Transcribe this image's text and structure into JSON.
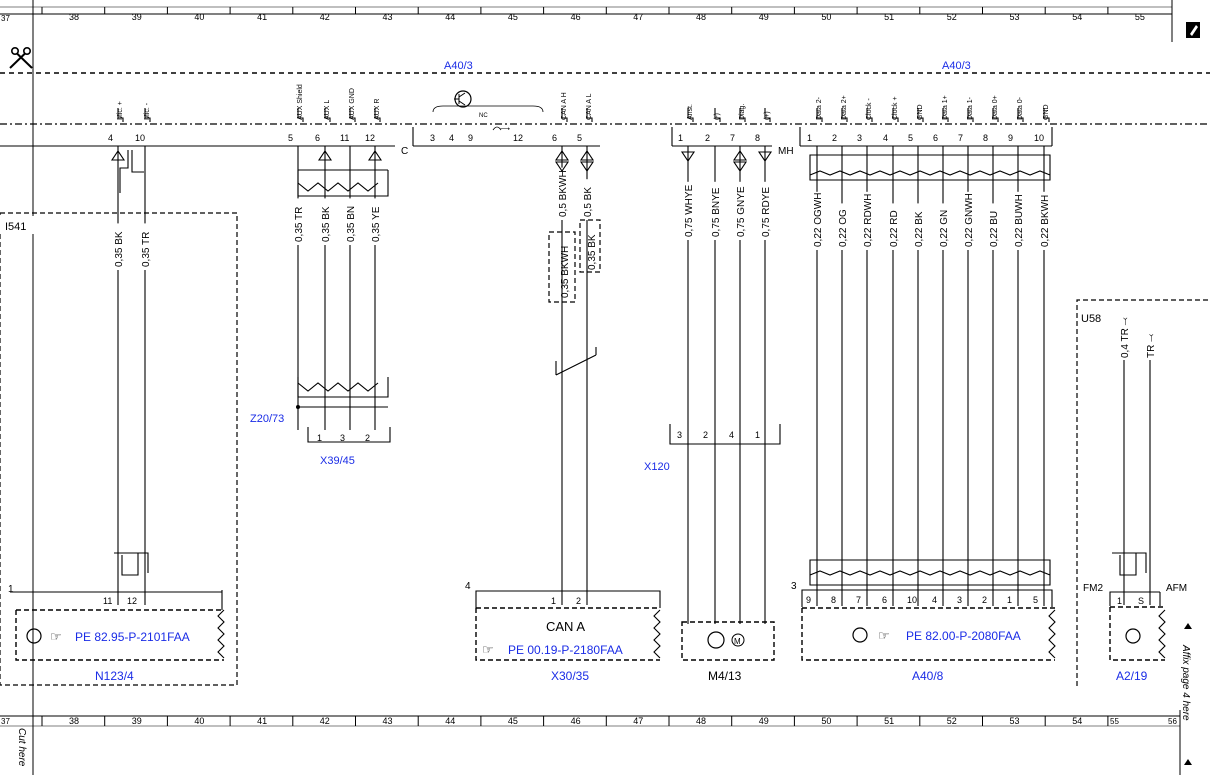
{
  "grid_top": [
    "38",
    "39",
    "40",
    "41",
    "42",
    "43",
    "44",
    "45",
    "46",
    "47",
    "48",
    "49",
    "50",
    "51",
    "52",
    "53",
    "54",
    "55"
  ],
  "grid_edge_left": "37",
  "grid_edge_right": "56",
  "unit_a40_3_left": "A40/3",
  "unit_a40_3_right": "A40/3",
  "unit_i541": "I541",
  "unit_u58": "U58",
  "conn_c": "C",
  "conn_mh": "MH",
  "nc_label": "NC",
  "pins_mic": [
    {
      "num": "4",
      "sig": "Mic. +",
      "wire": "0,35 BK"
    },
    {
      "num": "10",
      "sig": "Mic. -",
      "wire": "0,35 TR"
    }
  ],
  "pins_aux": [
    {
      "num": "5",
      "sig": "AUX Shield",
      "wire": "0,35 TR"
    },
    {
      "num": "6",
      "sig": "AUX L",
      "wire": "0,35 BK"
    },
    {
      "num": "11",
      "sig": "AUX GND",
      "wire": "0,35 BN"
    },
    {
      "num": "12",
      "sig": "AUX R",
      "wire": "0,35 YE"
    }
  ],
  "pins_mid": [
    "3",
    "4",
    "9",
    "12"
  ],
  "pins_can": [
    {
      "num": "6",
      "sig": "CAN A H",
      "wire": "0,5 BKWH"
    },
    {
      "num": "5",
      "sig": "CAN A L",
      "wire": "0,5 BK"
    }
  ],
  "can_alt_wires": [
    "0,35 BKWH",
    "0,35 BK"
  ],
  "pins_mh": [
    {
      "num": "1",
      "sig": "Anst.",
      "wire": "0,75 WHYE"
    },
    {
      "num": "2",
      "sig": "(-)",
      "wire": "0,75 BNYE"
    },
    {
      "num": "7",
      "sig": "Diag.",
      "wire": "0,75 GNYE"
    },
    {
      "num": "8",
      "sig": "(+)",
      "wire": "0,75 RDYE"
    }
  ],
  "pins_data": [
    {
      "num": "1",
      "sig": "Data 2-",
      "wire": "0,22 OGWH"
    },
    {
      "num": "2",
      "sig": "Data 2+",
      "wire": "0,22 OG"
    },
    {
      "num": "3",
      "sig": "Clock -",
      "wire": "0,22 RDWH"
    },
    {
      "num": "4",
      "sig": "Clock +",
      "wire": "0,22 RD"
    },
    {
      "num": "5",
      "sig": "GND",
      "wire": "0,22 BK"
    },
    {
      "num": "6",
      "sig": "Data 1+",
      "wire": "0,22 GN"
    },
    {
      "num": "7",
      "sig": "Data 1-",
      "wire": "0,22 GNWH"
    },
    {
      "num": "8",
      "sig": "Data 0+",
      "wire": "0,22 BU"
    },
    {
      "num": "9",
      "sig": "Data 0-",
      "wire": "0,22 BUWH"
    },
    {
      "num": "10",
      "sig": "GND",
      "wire": "0,22 BKWH"
    }
  ],
  "u58_wires": [
    "0,4 TR",
    "TR"
  ],
  "z20_73": "Z20/73",
  "x39_45": {
    "label": "X39/45",
    "pins": [
      "1",
      "3",
      "2"
    ]
  },
  "x120": {
    "label": "X120",
    "pins": [
      "3",
      "2",
      "4",
      "1"
    ]
  },
  "n123_4": {
    "label": "N123/4",
    "ref": "PE 82.95-P-2101FAA",
    "pins": [
      "11",
      "12"
    ],
    "corner": "1"
  },
  "x30_35": {
    "label": "X30/35",
    "title": "CAN A",
    "ref": "PE 00.19-P-2180FAA",
    "pins": [
      "1",
      "2"
    ],
    "corner": "4"
  },
  "m4_13": {
    "label": "M4/13"
  },
  "a40_8": {
    "label": "A40/8",
    "ref": "PE 82.00-P-2080FAA",
    "pins": [
      "9",
      "8",
      "7",
      "6",
      "10",
      "4",
      "3",
      "2",
      "1",
      "5"
    ],
    "corner": "3"
  },
  "a2_19": {
    "label": "A2/19",
    "pins": [
      "1",
      "S"
    ],
    "fm2": "FM2",
    "afm": "AFM"
  },
  "cut_here": "Cut here",
  "affix_page": "Affix page 4 here",
  "colors": {
    "label_blue": "#1a2ce6",
    "line": "#000000"
  },
  "icons": [
    "scissors-icon",
    "hand-pointer-icon",
    "transistor-icon",
    "motor-icon",
    "triangle-arrow-icon"
  ]
}
